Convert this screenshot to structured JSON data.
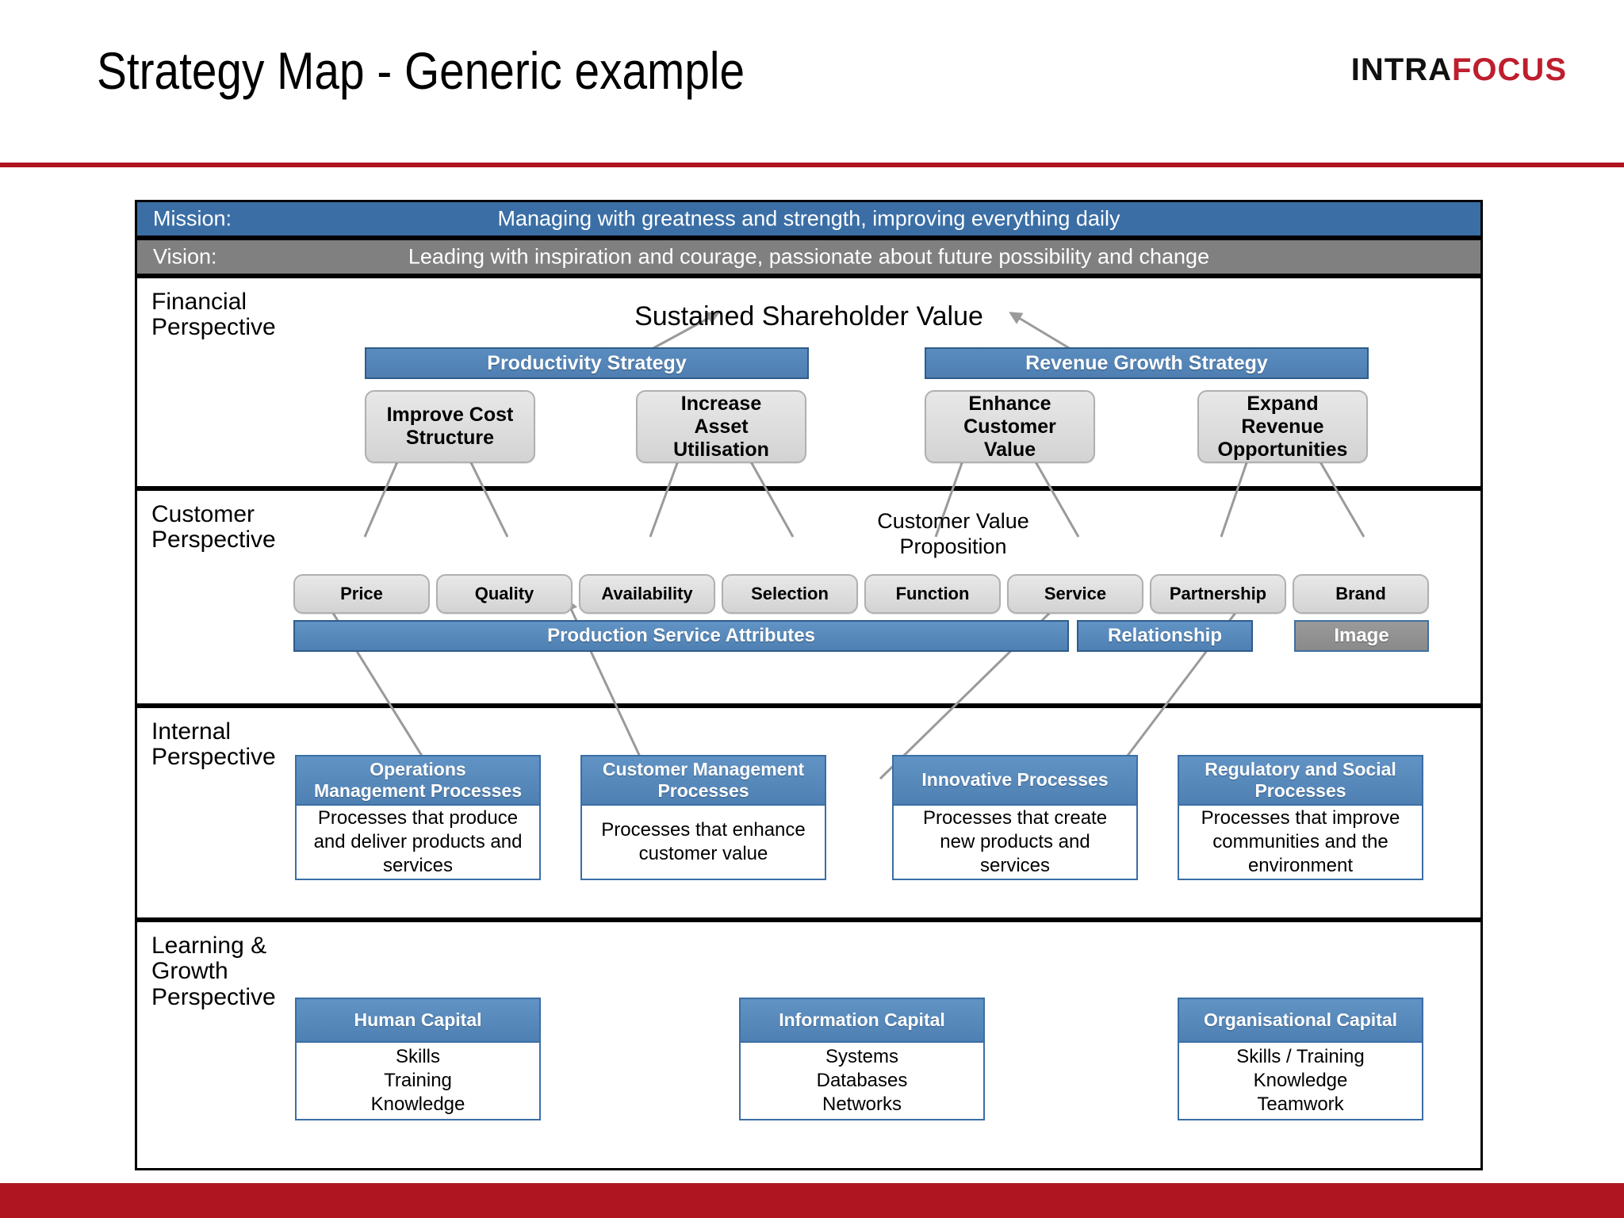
{
  "header": {
    "title": "Strategy Map - Generic example",
    "logo_primary": "INTRA",
    "logo_accent": "FOCUS",
    "accent_color": "#BE1E2D",
    "rule_color": "#AE1520"
  },
  "map": {
    "mission": {
      "label": "Mission:",
      "text": "Managing with greatness and strength, improving everything daily",
      "color": "#3A6EA5"
    },
    "vision": {
      "label": "Vision:",
      "text": "Leading with inspiration and courage, passionate about future possibility and change",
      "color": "#808080"
    },
    "financial": {
      "band_label": "Financial\nPerspective",
      "headline": "Sustained Shareholder Value",
      "strategies": [
        {
          "label": "Productivity Strategy"
        },
        {
          "label": "Revenue Growth Strategy"
        }
      ],
      "objectives": [
        {
          "label": "Improve Cost\nStructure"
        },
        {
          "label": "Increase\nAsset\nUtilisation"
        },
        {
          "label": "Enhance\nCustomer\nValue"
        },
        {
          "label": "Expand\nRevenue\nOpportunities"
        }
      ]
    },
    "customer": {
      "band_label": "Customer\nPerspective",
      "headline": "Customer Value\nProposition",
      "attributes": [
        {
          "label": "Price"
        },
        {
          "label": "Quality"
        },
        {
          "label": "Availability"
        },
        {
          "label": "Selection"
        },
        {
          "label": "Function"
        },
        {
          "label": "Service"
        },
        {
          "label": "Partnership"
        },
        {
          "label": "Brand"
        }
      ],
      "groups": [
        {
          "label": "Production Service Attributes",
          "style": "blue"
        },
        {
          "label": "Relationship",
          "style": "blue"
        },
        {
          "label": "Image",
          "style": "grey"
        }
      ]
    },
    "internal": {
      "band_label": "Internal\nPerspective",
      "cards": [
        {
          "title": "Operations\nManagement Processes",
          "body": "Processes that produce\nand deliver products and\nservices"
        },
        {
          "title": "Customer Management\nProcesses",
          "body": "Processes that enhance\ncustomer value"
        },
        {
          "title": "Innovative Processes",
          "body": "Processes that create\nnew products and\nservices"
        },
        {
          "title": "Regulatory and Social\nProcesses",
          "body": "Processes that improve\ncommunities and the\nenvironment"
        }
      ]
    },
    "learning": {
      "band_label": "Learning &\nGrowth\nPerspective",
      "cards": [
        {
          "title": "Human Capital",
          "body": "Skills\nTraining\nKnowledge"
        },
        {
          "title": "Information Capital",
          "body": "Systems\nDatabases\nNetworks"
        },
        {
          "title": "Organisational Capital",
          "body": "Skills / Training\nKnowledge\nTeamwork"
        }
      ],
      "separators": [
        "+",
        "+"
      ]
    }
  }
}
